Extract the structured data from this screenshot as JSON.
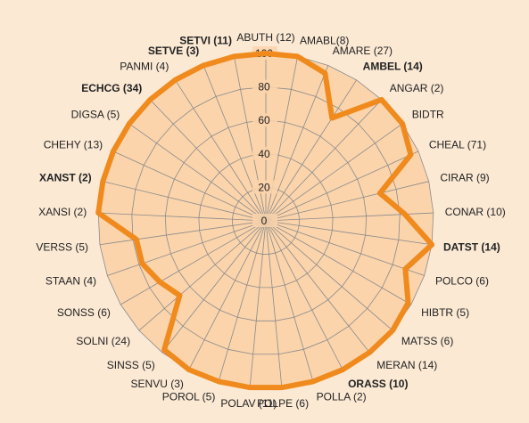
{
  "chart_data": {
    "type": "radar",
    "r_ticks": [
      "0",
      "20",
      "40",
      "60",
      "80",
      "100"
    ],
    "rlim": [
      0,
      100
    ],
    "grid": true,
    "colors": {
      "background": "#fbe9d4",
      "fill": "#fbd4ac",
      "series": "#f08a1c",
      "grid": "#8a8a8a"
    },
    "categories": [
      {
        "label": "ABUTH (12)",
        "bold": false
      },
      {
        "label": "AMABL(8)",
        "bold": false
      },
      {
        "label": "AMARE (27)",
        "bold": false
      },
      {
        "label": "AMBEL (14)",
        "bold": true
      },
      {
        "label": "ANGAR (2)",
        "bold": false
      },
      {
        "label": "BIDTR",
        "bold": false
      },
      {
        "label": "CHEAL (71)",
        "bold": false
      },
      {
        "label": "CIRAR (9)",
        "bold": false
      },
      {
        "label": "CONAR (10)",
        "bold": false
      },
      {
        "label": "DATST (14)",
        "bold": true
      },
      {
        "label": "POLCO (6)",
        "bold": false
      },
      {
        "label": "HIBTR (5)",
        "bold": false
      },
      {
        "label": "MATSS (6)",
        "bold": false
      },
      {
        "label": "MERAN (14)",
        "bold": false
      },
      {
        "label": "ORASS (10)",
        "bold": true
      },
      {
        "label": "POLLA (2)",
        "bold": false
      },
      {
        "label": "POLPE (6)",
        "bold": false
      },
      {
        "label": "POLAV (11)",
        "bold": false
      },
      {
        "label": "POROL (5)",
        "bold": false
      },
      {
        "label": "SENVU (3)",
        "bold": false
      },
      {
        "label": "SINSS (5)",
        "bold": false
      },
      {
        "label": "SOLNI (24)",
        "bold": false
      },
      {
        "label": "SONSS (6)",
        "bold": false
      },
      {
        "label": "STAAN (4)",
        "bold": false
      },
      {
        "label": "VERSS (5)",
        "bold": false
      },
      {
        "label": "XANSI (2)",
        "bold": false
      },
      {
        "label": "XANST (2)",
        "bold": true
      },
      {
        "label": "CHEHY (13)",
        "bold": false
      },
      {
        "label": "DIGSA (5)",
        "bold": false
      },
      {
        "label": "ECHCG (34)",
        "bold": true
      },
      {
        "label": "PANMI (4)",
        "bold": false
      },
      {
        "label": "SETVE (3)",
        "bold": true
      },
      {
        "label": "SETVI (11)",
        "bold": true
      }
    ],
    "series": [
      {
        "values": [
          100,
          100,
          95,
          73,
          100,
          100,
          95,
          70,
          83,
          100,
          88,
          98,
          100,
          100,
          100,
          100,
          100,
          100,
          100,
          100,
          98,
          68,
          73,
          78,
          78,
          100,
          100,
          100,
          100,
          100,
          100,
          100,
          100
        ]
      }
    ]
  }
}
